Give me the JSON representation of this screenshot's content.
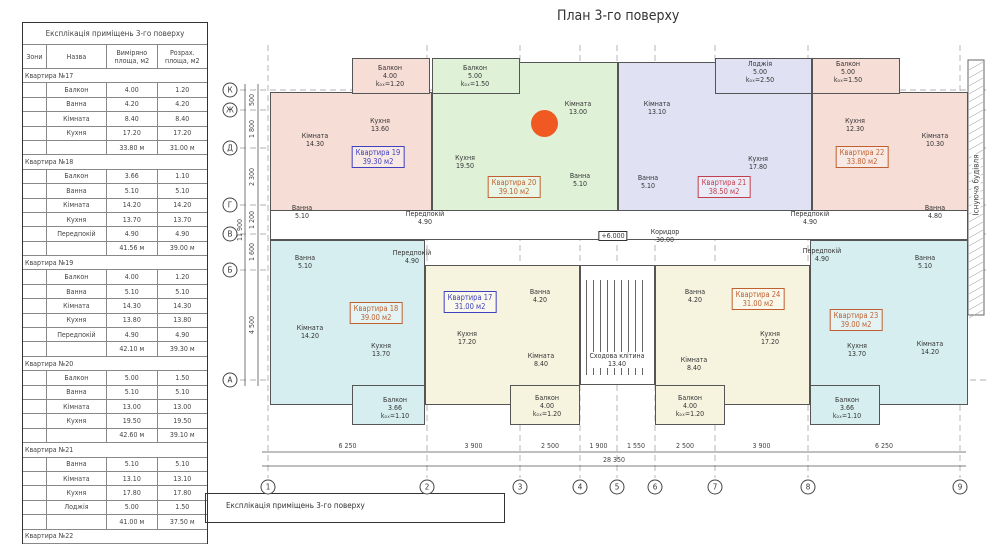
{
  "title": "План 3-го поверху",
  "table": {
    "title": "Експлікація приміщень 3-го поверху",
    "headers": [
      "Зони",
      "Назва",
      "Виміряно площа, м2",
      "Розрах. площа, м2"
    ],
    "groups": [
      {
        "name": "Квартира №17",
        "rows": [
          [
            "Балкон",
            "4.00",
            "1.20"
          ],
          [
            "Ванна",
            "4.20",
            "4.20"
          ],
          [
            "Кімната",
            "8.40",
            "8.40"
          ],
          [
            "Кухня",
            "17.20",
            "17.20"
          ]
        ],
        "total": [
          "33.80 м",
          "31.00 м"
        ]
      },
      {
        "name": "Квартира №18",
        "rows": [
          [
            "Балкон",
            "3.66",
            "1.10"
          ],
          [
            "Ванна",
            "5.10",
            "5.10"
          ],
          [
            "Кімната",
            "14.20",
            "14.20"
          ],
          [
            "Кухня",
            "13.70",
            "13.70"
          ],
          [
            "Передпокій",
            "4.90",
            "4.90"
          ]
        ],
        "total": [
          "41.56 м",
          "39.00 м"
        ]
      },
      {
        "name": "Квартира №19",
        "rows": [
          [
            "Балкон",
            "4.00",
            "1.20"
          ],
          [
            "Ванна",
            "5.10",
            "5.10"
          ],
          [
            "Кімната",
            "14.30",
            "14.30"
          ],
          [
            "Кухня",
            "13.80",
            "13.80"
          ],
          [
            "Передпокій",
            "4.90",
            "4.90"
          ]
        ],
        "total": [
          "42.10 м",
          "39.30 м"
        ]
      },
      {
        "name": "Квартира №20",
        "rows": [
          [
            "Балкон",
            "5.00",
            "1.50"
          ],
          [
            "Ванна",
            "5.10",
            "5.10"
          ],
          [
            "Кімната",
            "13.00",
            "13.00"
          ],
          [
            "Кухня",
            "19.50",
            "19.50"
          ]
        ],
        "total": [
          "42.60 м",
          "39.10 м"
        ]
      },
      {
        "name": "Квартира №21",
        "rows": [
          [
            "Ванна",
            "5.10",
            "5.10"
          ],
          [
            "Кімната",
            "13.10",
            "13.10"
          ],
          [
            "Кухня",
            "17.80",
            "17.80"
          ],
          [
            "Лоджія",
            "5.00",
            "1.50"
          ]
        ],
        "total": [
          "41.00 м",
          "37.50 м"
        ]
      },
      {
        "name": "Квартира №22",
        "rows": [],
        "total": null
      }
    ]
  },
  "second_table_title": "Експлікація приміщень 3-го поверху",
  "colors": {
    "pink": "#f6ddd6",
    "green": "#dff2d8",
    "lavender": "#e1e1f4",
    "cyan": "#d6eef0",
    "cream": "#f6f4df",
    "marker": "#f05a22"
  },
  "apartments": [
    {
      "label": "Квартира 19",
      "area": "39.30 м2",
      "rooms": [
        {
          "name": "Балкон",
          "area": "4.00",
          "k": "kₒₓ=1.20"
        },
        {
          "name": "Кімната",
          "area": "14.30"
        },
        {
          "name": "Кухня",
          "area": "13.60"
        },
        {
          "name": "Ванна",
          "area": "5.10"
        },
        {
          "name": "Передпокій",
          "area": "4.90"
        }
      ]
    },
    {
      "label": "Квартира 20",
      "area": "39.10 м2",
      "rooms": [
        {
          "name": "Балкон",
          "area": "5.00",
          "k": "kₒₓ=1.50"
        },
        {
          "name": "Кухня",
          "area": "19.50"
        },
        {
          "name": "Кімната",
          "area": "13.00"
        },
        {
          "name": "Ванна",
          "area": "5.10"
        }
      ]
    },
    {
      "label": "Квартира 21",
      "area": "38.50 м2",
      "rooms": [
        {
          "name": "Лоджія",
          "area": "5.00",
          "k": "kₒₓ=2.50"
        },
        {
          "name": "Кімната",
          "area": "13.10"
        },
        {
          "name": "Кухня",
          "area": "17.80"
        },
        {
          "name": "Ванна",
          "area": "5.10"
        }
      ]
    },
    {
      "label": "Квартира 22",
      "area": "33.80 м2",
      "rooms": [
        {
          "name": "Балкон",
          "area": "5.00",
          "k": "kₒₓ=1.50"
        },
        {
          "name": "Кухня",
          "area": "12.30"
        },
        {
          "name": "Кімната",
          "area": "10.30"
        },
        {
          "name": "Ванна",
          "area": "4.80"
        },
        {
          "name": "Передпокій",
          "area": "4.90"
        }
      ]
    },
    {
      "label": "Квартира 18",
      "area": "39.00 м2",
      "rooms": [
        {
          "name": "Передпокій",
          "area": "4.90"
        },
        {
          "name": "Ванна",
          "area": "5.10"
        },
        {
          "name": "Кімната",
          "area": "14.20"
        },
        {
          "name": "Кухня",
          "area": "13.70"
        },
        {
          "name": "Балкон",
          "area": "3.66",
          "k": "kₒₓ=1.10"
        }
      ]
    },
    {
      "label": "Квартира 17",
      "area": "31.00 м2",
      "rooms": [
        {
          "name": "Ванна",
          "area": "4.20"
        },
        {
          "name": "Кухня",
          "area": "17.20"
        },
        {
          "name": "Кімната",
          "area": "8.40"
        },
        {
          "name": "Балкон",
          "area": "4.00",
          "k": "kₒₓ=1.20"
        }
      ]
    },
    {
      "label": "Квартира 24",
      "area": "31.00 м2",
      "rooms": [
        {
          "name": "Ванна",
          "area": "4.20"
        },
        {
          "name": "Кімната",
          "area": "8.40"
        },
        {
          "name": "Кухня",
          "area": "17.20"
        },
        {
          "name": "Балкон",
          "area": "4.00",
          "k": "kₒₓ=1.20"
        }
      ]
    },
    {
      "label": "Квартира 23",
      "area": "39.00 м2",
      "rooms": [
        {
          "name": "Передпокій",
          "area": "4.90"
        },
        {
          "name": "Ванна",
          "area": "5.10"
        },
        {
          "name": "Кухня",
          "area": "13.70"
        },
        {
          "name": "Кімната",
          "area": "14.20"
        },
        {
          "name": "Балкон",
          "area": "3.66",
          "k": "kₒₓ=1.10"
        }
      ]
    }
  ],
  "common": {
    "level": "+6.000",
    "corridor": "Коридор",
    "corridor_area": "30.00",
    "stair": "Сходова клітина",
    "stair_area": "13.40",
    "existing_building": "Існуюча будівля"
  },
  "axes": {
    "vertical": [
      "1",
      "2",
      "3",
      "4",
      "5",
      "6",
      "7",
      "8",
      "9"
    ],
    "horizontal": [
      "К",
      "Ж",
      "Д",
      "Г",
      "В",
      "Б",
      "А"
    ],
    "bottom_dims": [
      "6 250",
      "3 900",
      "2 500",
      "1 900",
      "1 550",
      "2 500",
      "3 900",
      "6 250"
    ],
    "bottom_total": "28 350",
    "left_dims": [
      "500",
      "1 800",
      "2 300",
      "1 200",
      "1 600",
      "4 500"
    ],
    "left_total": "11 900"
  }
}
